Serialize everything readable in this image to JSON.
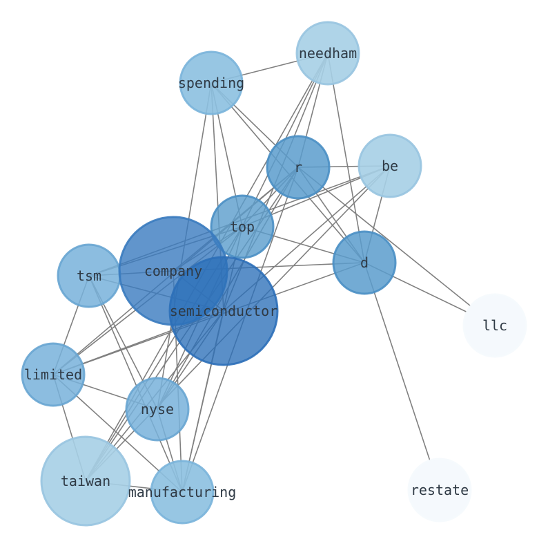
{
  "nodes": [
    {
      "id": "semiconductor",
      "label": "semiconductor",
      "fill": "#2c6fb8",
      "fill_opacity": 0.78,
      "stroke": "#2c6fb8"
    },
    {
      "id": "company",
      "label": "company",
      "fill": "#3a7bbf",
      "fill_opacity": 0.8,
      "stroke": "#3a7bbf"
    },
    {
      "id": "top",
      "label": "top",
      "fill": "#5a9ccc",
      "fill_opacity": 0.8,
      "stroke": "#4a8fc4"
    },
    {
      "id": "r",
      "label": "r",
      "fill": "#5a9ccc",
      "fill_opacity": 0.85,
      "stroke": "#4a8fc4"
    },
    {
      "id": "d",
      "label": "d",
      "fill": "#5a9ccc",
      "fill_opacity": 0.85,
      "stroke": "#4a8fc4"
    },
    {
      "id": "tsm",
      "label": "tsm",
      "fill": "#78b2da",
      "fill_opacity": 0.85,
      "stroke": "#68a5d2"
    },
    {
      "id": "limited",
      "label": "limited",
      "fill": "#78b2da",
      "fill_opacity": 0.85,
      "stroke": "#68a5d2"
    },
    {
      "id": "nyse",
      "label": "nyse",
      "fill": "#78b2da",
      "fill_opacity": 0.85,
      "stroke": "#68a5d2"
    },
    {
      "id": "spending",
      "label": "spending",
      "fill": "#8cc0e0",
      "fill_opacity": 0.9,
      "stroke": "#7ab4da"
    },
    {
      "id": "manufacturing",
      "label": "manufacturing",
      "fill": "#8cc0e0",
      "fill_opacity": 0.9,
      "stroke": "#7ab4da"
    },
    {
      "id": "needham",
      "label": "needham",
      "fill": "#a6cfe6",
      "fill_opacity": 0.9,
      "stroke": "#98c4e0"
    },
    {
      "id": "be",
      "label": "be",
      "fill": "#a6cfe6",
      "fill_opacity": 0.9,
      "stroke": "#98c4e0"
    },
    {
      "id": "taiwan",
      "label": "taiwan",
      "fill": "#a6cfe6",
      "fill_opacity": 0.9,
      "stroke": "#98c4e0"
    },
    {
      "id": "llc",
      "label": "llc",
      "fill": "#f5f9fd",
      "fill_opacity": 1.0,
      "stroke": "#f5f9fd"
    },
    {
      "id": "restate",
      "label": "restate",
      "fill": "#f5f9fd",
      "fill_opacity": 1.0,
      "stroke": "#f5f9fd"
    }
  ],
  "edges": [
    [
      "spending",
      "needham"
    ],
    [
      "spending",
      "r"
    ],
    [
      "spending",
      "d"
    ],
    [
      "spending",
      "top"
    ],
    [
      "spending",
      "semiconductor"
    ],
    [
      "spending",
      "nyse"
    ],
    [
      "needham",
      "r"
    ],
    [
      "needham",
      "top"
    ],
    [
      "needham",
      "d"
    ],
    [
      "needham",
      "semiconductor"
    ],
    [
      "needham",
      "taiwan"
    ],
    [
      "r",
      "be"
    ],
    [
      "r",
      "company"
    ],
    [
      "r",
      "top"
    ],
    [
      "r",
      "d"
    ],
    [
      "r",
      "llc"
    ],
    [
      "r",
      "limited"
    ],
    [
      "r",
      "nyse"
    ],
    [
      "r",
      "taiwan"
    ],
    [
      "r",
      "manufacturing"
    ],
    [
      "be",
      "tsm"
    ],
    [
      "be",
      "top"
    ],
    [
      "be",
      "d"
    ],
    [
      "be",
      "semiconductor"
    ],
    [
      "be",
      "taiwan"
    ],
    [
      "top",
      "tsm"
    ],
    [
      "top",
      "d"
    ],
    [
      "top",
      "company"
    ],
    [
      "top",
      "limited"
    ],
    [
      "top",
      "nyse"
    ],
    [
      "top",
      "taiwan"
    ],
    [
      "top",
      "manufacturing"
    ],
    [
      "d",
      "company"
    ],
    [
      "d",
      "llc"
    ],
    [
      "d",
      "restate"
    ],
    [
      "d",
      "limited"
    ],
    [
      "tsm",
      "company"
    ],
    [
      "tsm",
      "semiconductor"
    ],
    [
      "tsm",
      "limited"
    ],
    [
      "tsm",
      "nyse"
    ],
    [
      "tsm",
      "manufacturing"
    ],
    [
      "company",
      "semiconductor"
    ],
    [
      "company",
      "manufacturing"
    ],
    [
      "semiconductor",
      "limited"
    ],
    [
      "semiconductor",
      "nyse"
    ],
    [
      "semiconductor",
      "taiwan"
    ],
    [
      "semiconductor",
      "manufacturing"
    ],
    [
      "limited",
      "nyse"
    ],
    [
      "limited",
      "taiwan"
    ],
    [
      "limited",
      "manufacturing"
    ],
    [
      "nyse",
      "manufacturing"
    ],
    [
      "taiwan",
      "manufacturing"
    ]
  ]
}
